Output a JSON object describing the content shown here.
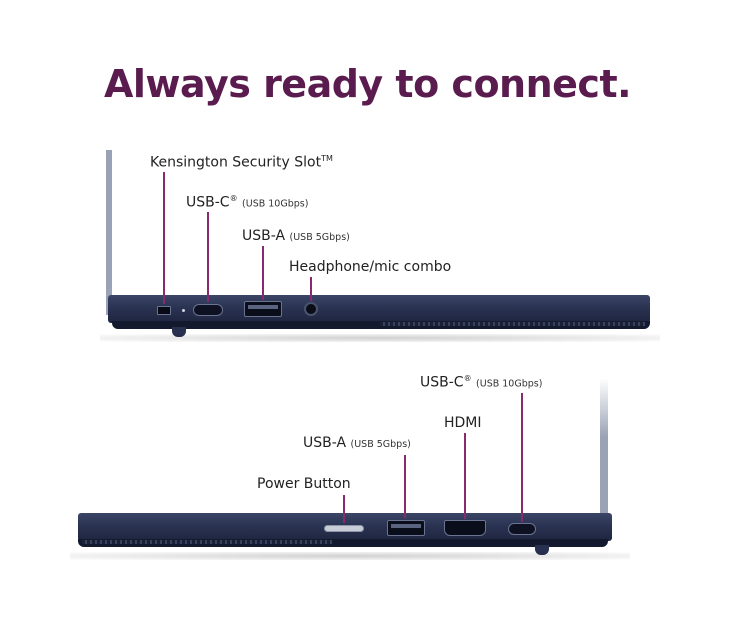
{
  "headline": "Always ready to connect.",
  "top_view": {
    "ports": [
      {
        "label": "Kensington Security Slot",
        "mark": "TM",
        "detail": ""
      },
      {
        "label": "USB-C",
        "mark": "®",
        "detail": "(USB 10Gbps)"
      },
      {
        "label": "USB-A",
        "mark": "",
        "detail": "(USB 5Gbps)"
      },
      {
        "label": "Headphone/mic combo",
        "mark": "",
        "detail": ""
      }
    ]
  },
  "bottom_view": {
    "ports": [
      {
        "label": "Power Button",
        "mark": "",
        "detail": ""
      },
      {
        "label": "USB-A",
        "mark": "",
        "detail": "(USB 5Gbps)"
      },
      {
        "label": "HDMI",
        "mark": "",
        "detail": ""
      },
      {
        "label": "USB-C",
        "mark": "®",
        "detail": "(USB 10Gbps)"
      }
    ]
  },
  "colors": {
    "headline": "#5a1b4f",
    "leader": "#8a2a6e",
    "chassis": "#2a3352"
  }
}
